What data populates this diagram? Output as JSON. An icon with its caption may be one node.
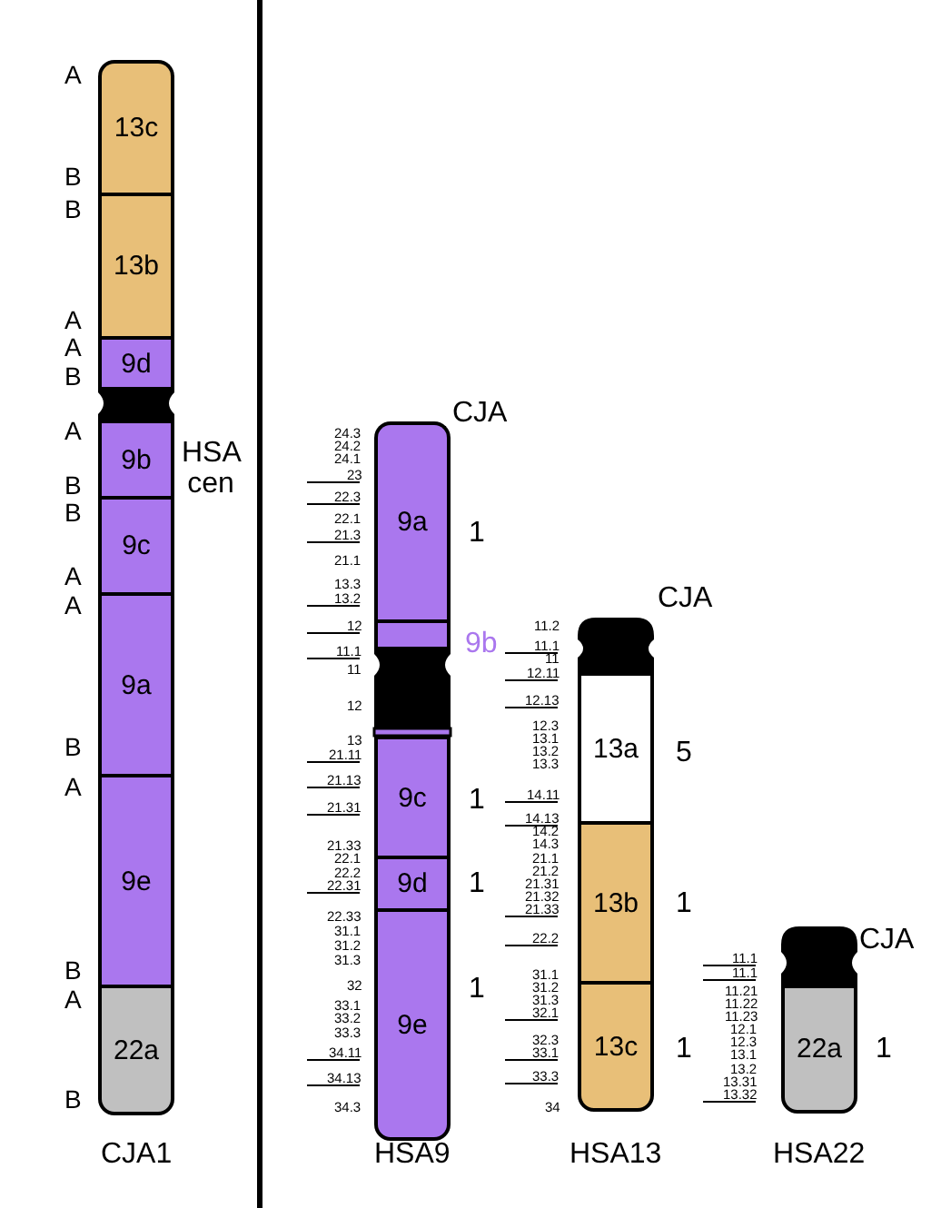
{
  "diagram": {
    "nodes": [
      {
        "text": [
          "13c"
        ]
      },
      {
        "text": [
          "13b"
        ]
      },
      {
        "text": [
          "9d"
        ]
      },
      {
        "text": [
          "9b"
        ]
      },
      {
        "text": [
          "9c"
        ]
      },
      {
        "text": [
          "9a"
        ]
      },
      {
        "text": [
          "9e"
        ]
      },
      {
        "text": [
          "22a"
        ]
      },
      {
        "text": [
          "9a"
        ],
        "beside": [
          "1"
        ]
      },
      {
        "text": [],
        "shape": "bar",
        "beside": [
          "9b"
        ]
      },
      {
        "text": [
          "9c"
        ],
        "beside": [
          "1"
        ]
      },
      {
        "text": [
          "9d"
        ],
        "beside": [
          "1"
        ]
      },
      {
        "text": [
          "9e"
        ],
        "beside": [
          "1"
        ]
      },
      {
        "text": [
          "13a"
        ],
        "beside": [
          "5"
        ]
      },
      {
        "text": [
          "13b"
        ],
        "beside": [
          "1"
        ]
      },
      {
        "text": [
          "13c"
        ],
        "beside": [
          "1"
        ]
      },
      {
        "text": [
          "22a"
        ],
        "beside": [
          "1"
        ]
      }
    ],
    "labels": [
      "A",
      "B",
      "B",
      "A",
      "A",
      "B",
      "A",
      "B",
      "B",
      "A",
      "A",
      "B",
      "A",
      "B",
      "A",
      "B",
      "HSA cen",
      "CJA1",
      "CJA",
      "24.3",
      "24.2",
      "24.1",
      "23",
      "22.3",
      "22.1",
      "21.3",
      "21.1",
      "13.3",
      "13.2",
      "12",
      "11.1",
      "11",
      "12",
      "13",
      "21.11",
      "21.13",
      "21.31",
      "21.33",
      "22.1",
      "22.2",
      "22.31",
      "22.33",
      "31.1",
      "31.2",
      "31.3",
      "32",
      "33.1",
      "33.2",
      "33.3",
      "34.11",
      "34.13",
      "34.3",
      "HSA9",
      "CJA",
      "11.2",
      "11.1",
      "11",
      "12.11",
      "12.13",
      "12.3",
      "13.1",
      "13.2",
      "13.3",
      "14.11",
      "14.13",
      "14.2",
      "14.3",
      "21.1",
      "21.2",
      "21.31",
      "21.32",
      "21.33",
      "22.2",
      "31.1",
      "31.2",
      "31.3",
      "32.1",
      "32.3",
      "33.1",
      "33.3",
      "34",
      "HSA13",
      "CJA",
      "11.1",
      "11.1",
      "11.21",
      "11.22",
      "11.23",
      "12.1",
      "12.3",
      "13.1",
      "13.2",
      "13.31",
      "13.32",
      "HSA22"
    ]
  }
}
